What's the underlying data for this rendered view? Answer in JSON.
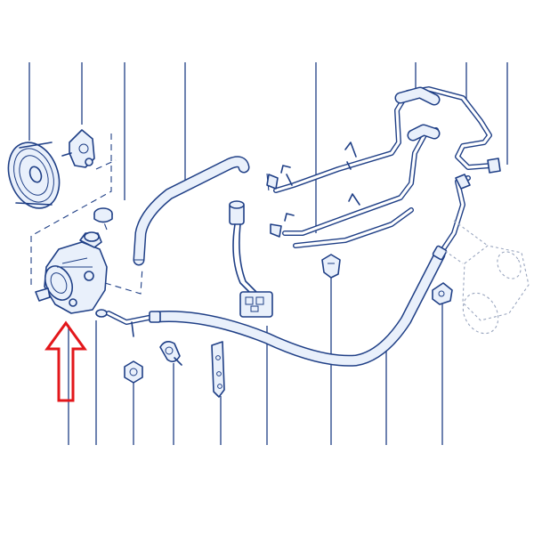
{
  "diagram": {
    "style": "exploded-parts-catalog-line-drawing",
    "ink_color": "#1f3f86",
    "fill_color": "#e9f0fb",
    "highlight": {
      "marker": "hollow-arrow-up",
      "color": "#e3171b",
      "target": "power-steering-pump"
    },
    "parts": [
      {
        "name": "drive-pulley"
      },
      {
        "name": "pump-mounting-bracket"
      },
      {
        "name": "reservoir-cap"
      },
      {
        "name": "power-steering-pump"
      },
      {
        "name": "return-hose"
      },
      {
        "name": "pressure-hose"
      },
      {
        "name": "sealing-washer"
      },
      {
        "name": "nut"
      },
      {
        "name": "pipe-clip"
      },
      {
        "name": "support-bracket"
      },
      {
        "name": "pressure-switch-harness"
      },
      {
        "name": "cooling-pipe-assembly"
      },
      {
        "name": "pipe-retaining-clip"
      },
      {
        "name": "hose-clamp"
      },
      {
        "name": "steering-rack-ghost"
      }
    ]
  }
}
